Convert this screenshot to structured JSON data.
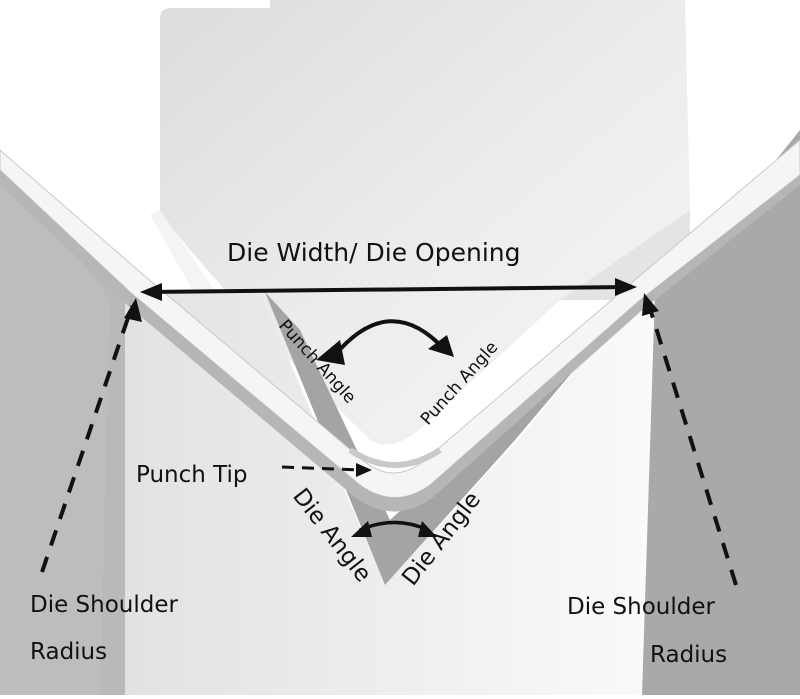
{
  "diagram": {
    "title": "Press brake punch and V-die terminology",
    "labels": {
      "die_width": "Die Width/ Die Opening",
      "punch_angle_left": "Punch Angle",
      "punch_angle_right": "Punch Angle",
      "punch_tip": "Punch Tip",
      "die_angle_left": "Die Angle",
      "die_angle_right": "Die Angle",
      "die_shoulder_left_line1": "Die Shoulder",
      "die_shoulder_left_line2": "Radius",
      "die_shoulder_right_line1": "Die Shoulder",
      "die_shoulder_right_line2": "Radius"
    },
    "components": {
      "punch": "punch",
      "die": "v-die",
      "sheet": "bent-sheet-metal"
    },
    "colors": {
      "background": "#ffffff",
      "die_side_gray": "#a9a9a9",
      "die_face": "#eeeeee",
      "punch_face": "#e8e8e8",
      "sheet_edge": "#f4f5f7",
      "sheet_shadow": "#b6b6b6",
      "v_groove": "#a4a4a4",
      "annotation": "#111111"
    }
  }
}
